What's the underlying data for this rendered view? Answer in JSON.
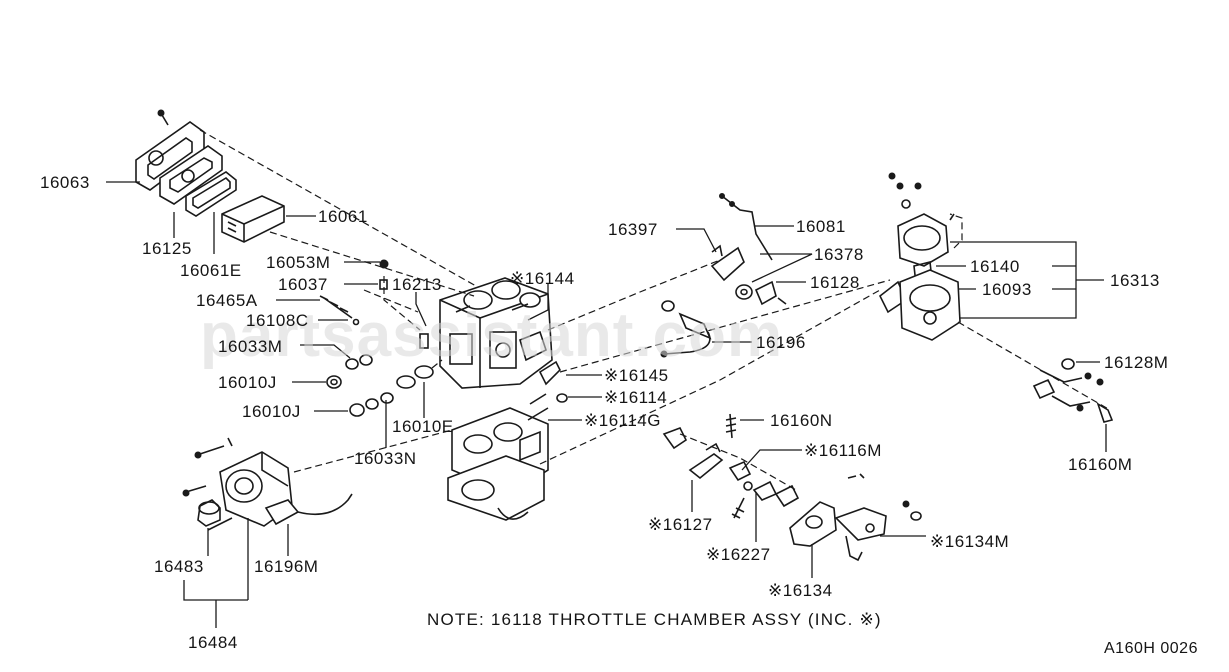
{
  "watermark": "partsassistant.com",
  "note": "NOTE: 16118 THROTTLE CHAMBER ASSY (INC. ※)",
  "figure_code": "A160H 0026",
  "part_labels": {
    "p16063": "16063",
    "p16125": "16125",
    "p16061E": "16061E",
    "p16061": "16061",
    "p16053M": "16053M",
    "p16037": "16037",
    "p16213": "16213",
    "p16465A": "16465A",
    "p16108C": "16108C",
    "p16033M": "16033M",
    "p16010J_a": "16010J",
    "p16010J_b": "16010J",
    "p16010E": "16010E",
    "p16033N": "16033N",
    "p16144": "※16144",
    "p16145": "※16145",
    "p16114": "※16114",
    "p16114G": "※16114G",
    "p16397": "16397",
    "p16081": "16081",
    "p16378": "16378",
    "p16128": "16128",
    "p16196": "16196",
    "p16140": "16140",
    "p16093": "16093",
    "p16313": "16313",
    "p16128M": "16128M",
    "p16160M": "16160M",
    "p16160N": "16160N",
    "p16116M": "※16116M",
    "p16127": "※16127",
    "p16227": "※16227",
    "p16134": "※16134",
    "p16134M": "※16134M",
    "p16483": "16483",
    "p16196M": "16196M",
    "p16484": "16484"
  }
}
